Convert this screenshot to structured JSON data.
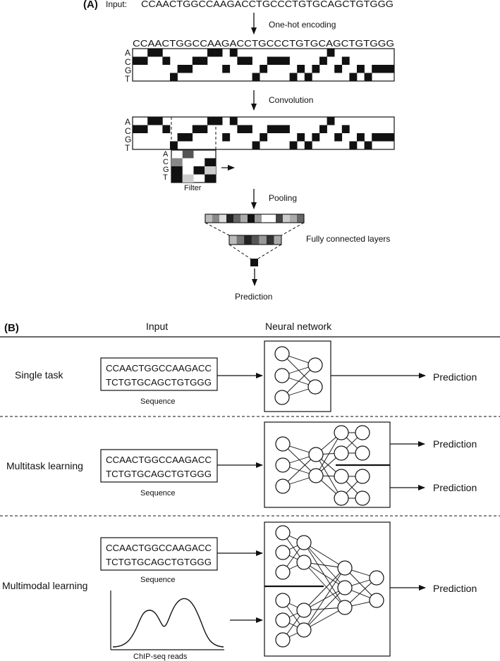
{
  "panel_a": {
    "label": "(A)",
    "input_label": "Input:",
    "sequence": "CCAACTGGCCAAGACCTGCCCTGTGCAGCTGTGGG",
    "step_onehot": "One-hot encoding",
    "step_convolution": "Convolution",
    "step_pooling": "Pooling",
    "step_fc": "Fully connected layers",
    "output": "Prediction",
    "filter_label": "Filter",
    "bases": [
      "A",
      "C",
      "G",
      "T"
    ]
  },
  "panel_b": {
    "label": "(B)",
    "col_input": "Input",
    "col_network": "Neural network",
    "rows": [
      {
        "title": "Single task",
        "seq_line1": "CCAACTGGCCAAGACC",
        "seq_line2": "TCTGTGCAGCTGTGGG",
        "seq_caption": "Sequence",
        "pred1": "Prediction"
      },
      {
        "title": "Multitask learning",
        "seq_line1": "CCAACTGGCCAAGACC",
        "seq_line2": "TCTGTGCAGCTGTGGG",
        "seq_caption": "Sequence",
        "pred1": "Prediction",
        "pred2": "Prediction"
      },
      {
        "title": "Multimodal learning",
        "seq_line1": "CCAACTGGCCAAGACC",
        "seq_line2": "TCTGTGCAGCTGTGGG",
        "seq_caption": "Sequence",
        "reads_caption": "ChIP-seq reads",
        "pred1": "Prediction"
      }
    ]
  },
  "colors": {
    "ink": "#111111",
    "gray_dark": "#555555",
    "gray_mid": "#888888",
    "gray_light": "#bbbbbb"
  }
}
